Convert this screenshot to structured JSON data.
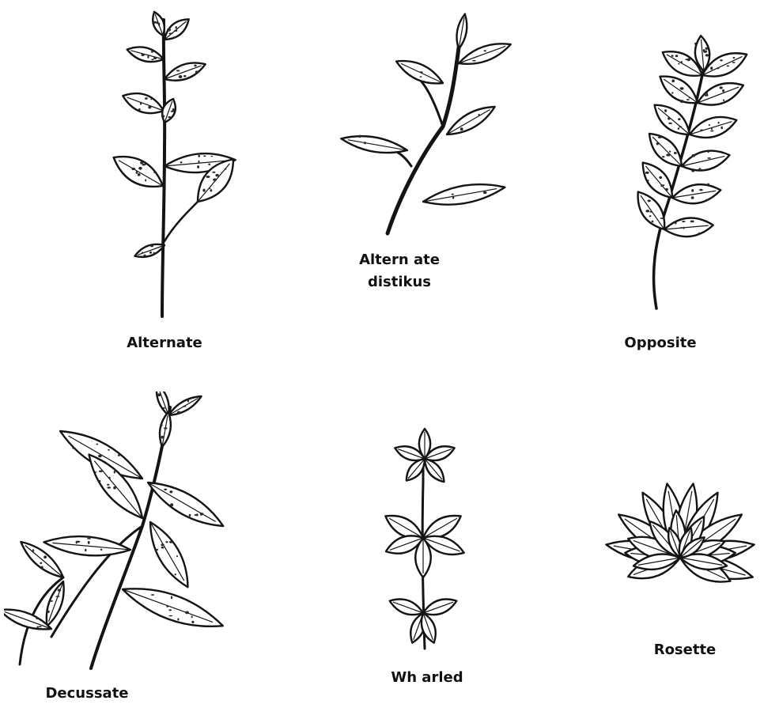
{
  "figure": {
    "palette": {
      "ink": "#141414",
      "paper": "#ffffff",
      "speckle": "#2a2a2a"
    },
    "panels": [
      {
        "id": "alternate",
        "label": "Alternate"
      },
      {
        "id": "alternate-distikus",
        "label_line1": "Altern ate",
        "label_line2": "distikus"
      },
      {
        "id": "opposite",
        "label": "Opposite"
      },
      {
        "id": "decussate",
        "label": "Decussate"
      },
      {
        "id": "wharled",
        "label": "Wh arled"
      },
      {
        "id": "rosette",
        "label": "Rosette"
      }
    ]
  }
}
